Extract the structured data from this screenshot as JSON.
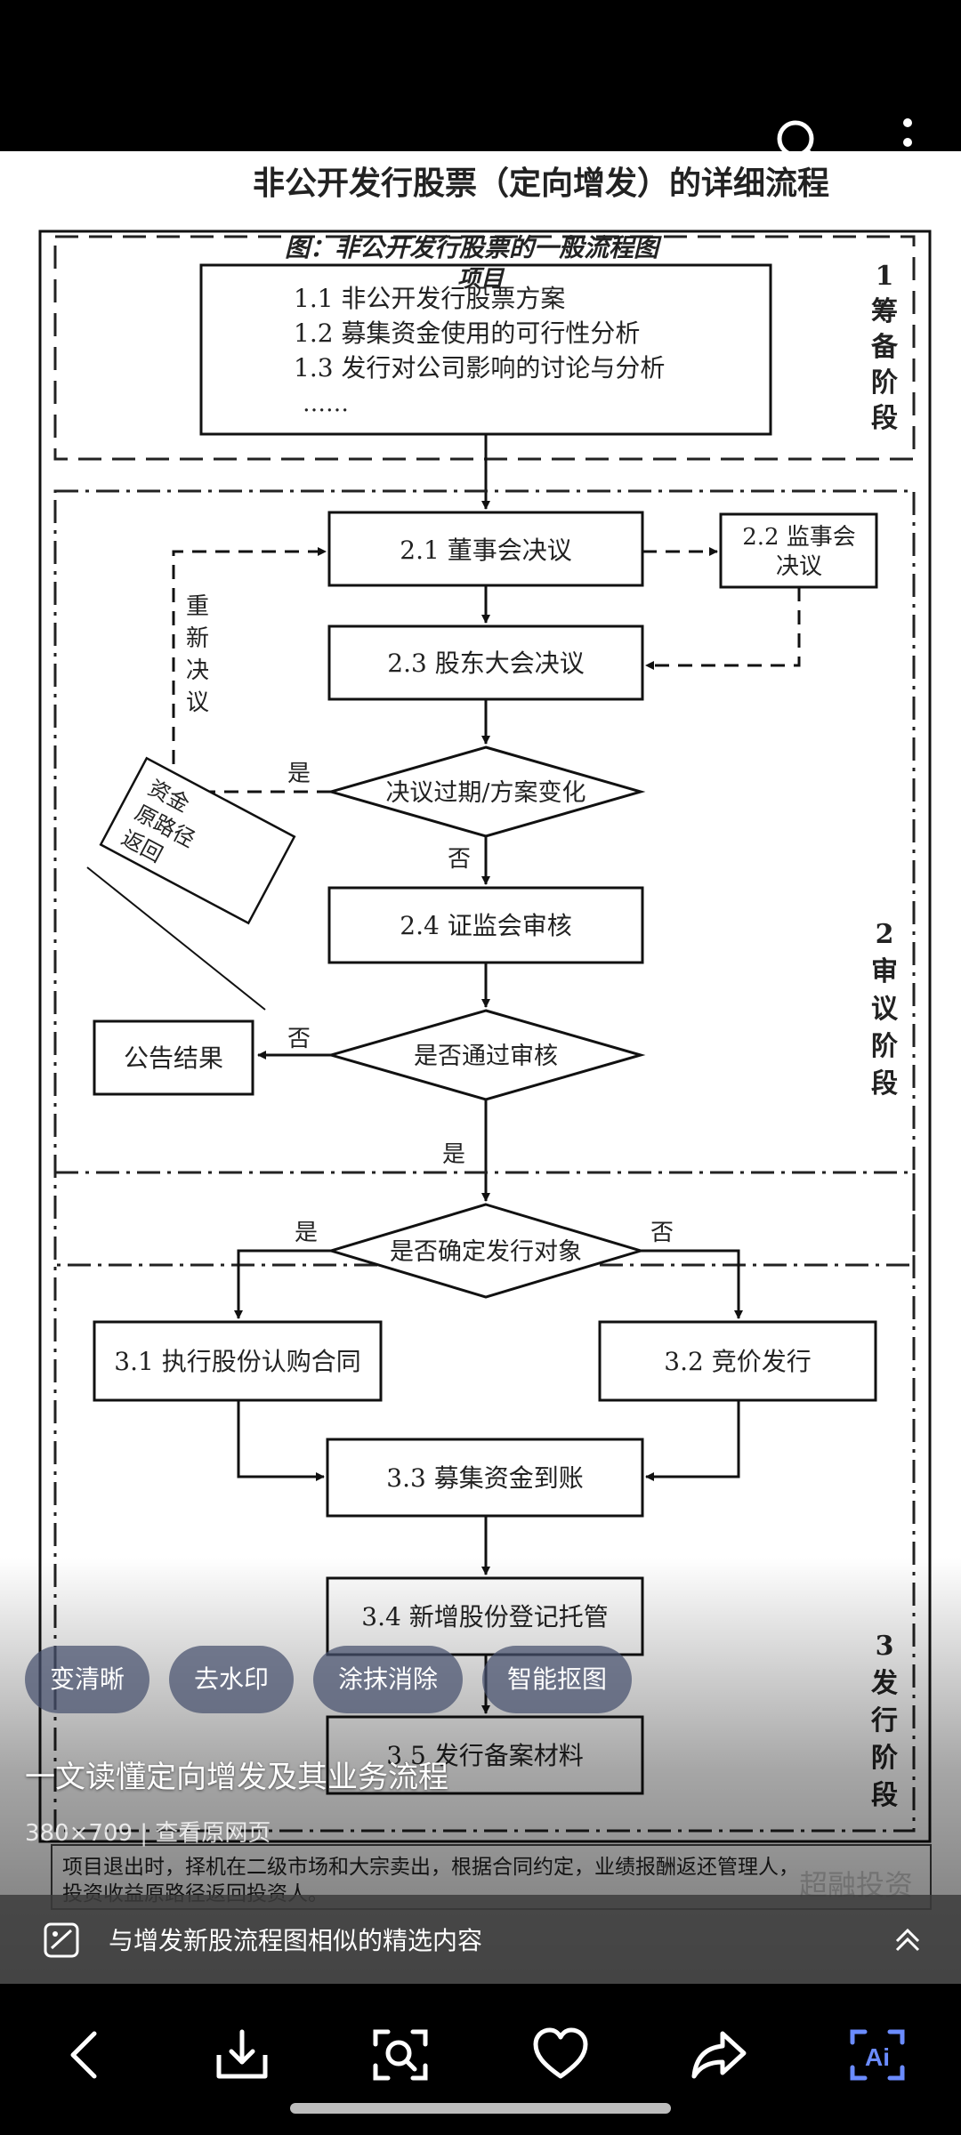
{
  "top_bar": {
    "search_icon": "search-icon",
    "more_icon": "more-vertical-icon"
  },
  "flowchart": {
    "title": "非公开发行股票（定向增发）的详细流程",
    "subtitle": "图：非公开发行股票的一般流程图",
    "project_label": "项目",
    "prep": {
      "items": [
        "1.1 非公开发行股票方案",
        "1.2 募集资金使用的可行性分析",
        "1.3 发行对公司影响的讨论与分析",
        "……"
      ],
      "stage": [
        "1",
        "筹",
        "备",
        "阶",
        "段"
      ]
    },
    "review": {
      "board": "2.1 董事会决议",
      "supervisors": [
        "2.2 监事会",
        "决议"
      ],
      "shareholders": "2.3 股东大会决议",
      "redecide": [
        "重",
        "新",
        "决",
        "议"
      ],
      "expired": "决议过期/方案变化",
      "csrc": "2.4 证监会审核",
      "passed": "是否通过审核",
      "announce": "公告结果",
      "refund": [
        "资金",
        "原路径",
        "返回"
      ],
      "stage": [
        "2",
        "审",
        "议",
        "阶",
        "段"
      ]
    },
    "issue": {
      "target": "是否确定发行对象",
      "contract": "3.1 执行股份认购合同",
      "bidding": "3.2 竞价发行",
      "funds": "3.3 募集资金到账",
      "custody": "3.4 新增股份登记托管",
      "filing": "3.5 发行备案材料",
      "stage": [
        "3",
        "发",
        "行",
        "阶",
        "段"
      ]
    },
    "yes": "是",
    "no": "否",
    "footer_text": [
      "项目退出时，择机在二级市场和大宗卖出，根据合同约定，业绩报酬返还管理人，",
      "投资收益原路径返回投资人。"
    ],
    "watermark": "超融投资"
  },
  "tools": [
    "变清晰",
    "去水印",
    "涂抹消除",
    "智能抠图"
  ],
  "image_title": "一文读懂定向增发及其业务流程",
  "image_meta": "380×709 | 查看原网页",
  "similar_label": "与增发新股流程图相似的精选内容",
  "colors": {
    "accent": "#6b8cff",
    "chip_bg": "#465070"
  }
}
